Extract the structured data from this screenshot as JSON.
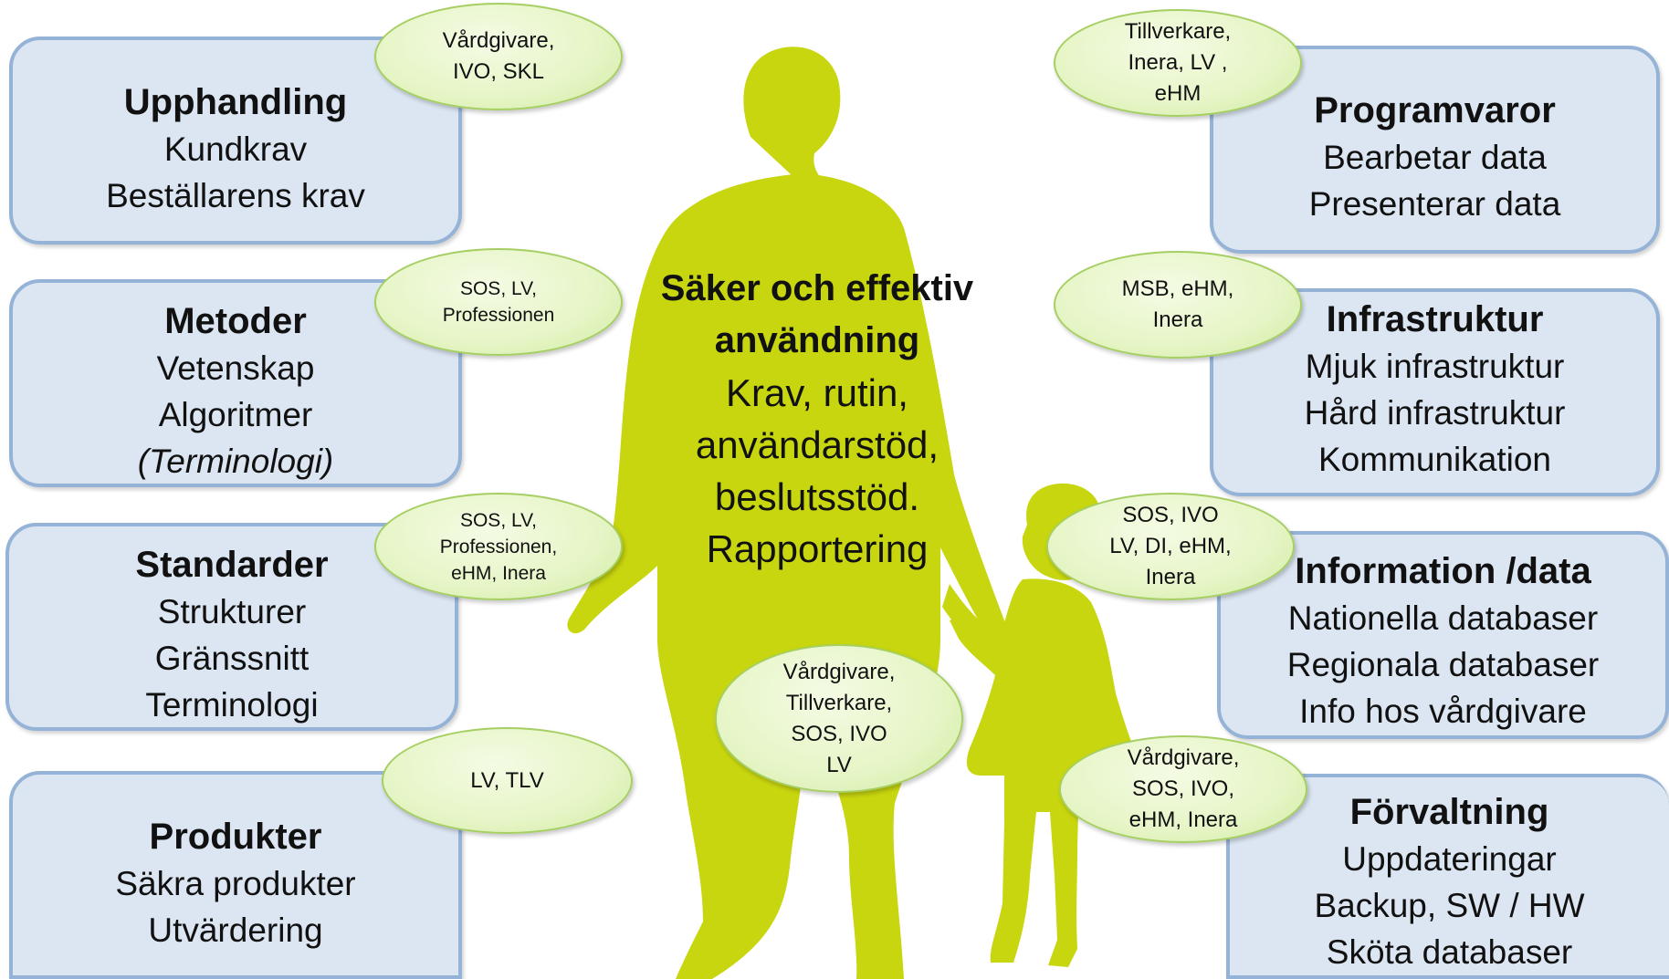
{
  "colors": {
    "box_fill": "#dce6f2",
    "box_border": "#95b3d7",
    "oval_fill": "#e6f5c6",
    "oval_border": "#a6cf63",
    "silhouette": "#c8d60f"
  },
  "center": {
    "title": [
      "Säker och effektiv",
      "användning"
    ],
    "lines": [
      "Krav, rutin,",
      "användarstöd,",
      "beslutsstöd.",
      "Rapportering"
    ]
  },
  "boxes": [
    {
      "title": "Upphandling",
      "lines": [
        "Kundkrav",
        "Beställarens krav"
      ]
    },
    {
      "title": "Metoder",
      "lines": [
        "Vetenskap",
        "Algoritmer"
      ],
      "italic_line": "(Terminologi)"
    },
    {
      "title": "Standarder",
      "lines": [
        "Strukturer",
        "Gränssnitt",
        "Terminologi"
      ]
    },
    {
      "title": "Produkter",
      "lines": [
        "Säkra produkter",
        "Utvärdering"
      ]
    },
    {
      "title": "Programvaror",
      "lines": [
        "Bearbetar data",
        "Presenterar data"
      ]
    },
    {
      "title": "Infrastruktur",
      "lines": [
        "Mjuk infrastruktur",
        "Hård infrastruktur",
        "Kommunikation"
      ]
    },
    {
      "title": "Information /data",
      "lines": [
        "Nationella  databaser",
        "Regionala databaser",
        "Info hos vårdgivare"
      ]
    },
    {
      "title": "Förvaltning",
      "lines": [
        "Uppdateringar",
        "Backup, SW / HW",
        "Sköta databaser"
      ]
    }
  ],
  "ovals": [
    {
      "lines": [
        "Vårdgivare,",
        "IVO, SKL"
      ]
    },
    {
      "lines": [
        "SOS, LV,",
        "Professionen"
      ]
    },
    {
      "lines": [
        "SOS, LV,",
        "Professionen,",
        "eHM, Inera"
      ]
    },
    {
      "lines": [
        "LV, TLV"
      ]
    },
    {
      "lines": [
        "Tillverkare,",
        "Inera, LV ,",
        "eHM"
      ]
    },
    {
      "lines": [
        "MSB, eHM,",
        "Inera"
      ]
    },
    {
      "lines": [
        "SOS, IVO",
        "LV, DI, eHM,",
        "Inera"
      ]
    },
    {
      "lines": [
        "Vårdgivare,",
        "SOS, IVO,",
        "eHM, Inera"
      ]
    },
    {
      "lines": [
        "Vårdgivare,",
        "Tillverkare,",
        "SOS, IVO",
        "LV"
      ]
    }
  ]
}
